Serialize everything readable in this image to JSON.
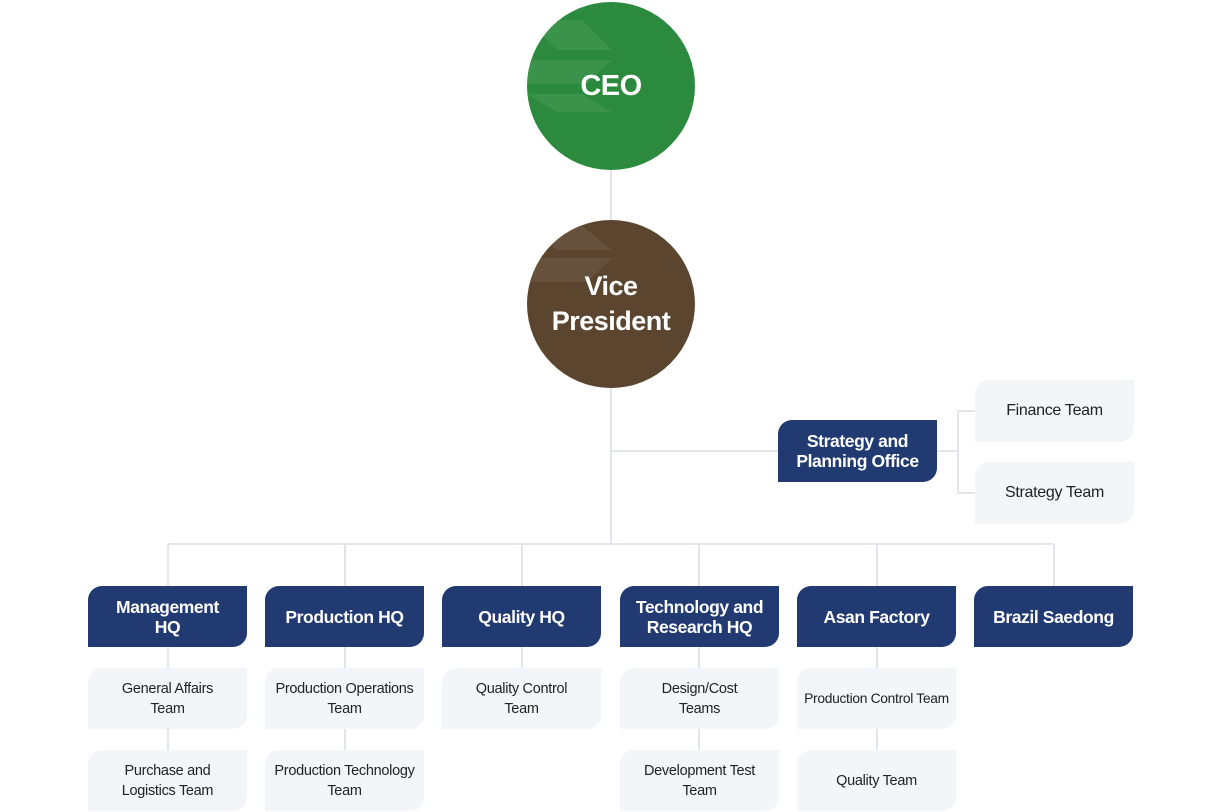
{
  "ceo": {
    "label": "CEO"
  },
  "vice_president": {
    "label": "Vice\nPresident"
  },
  "strategy_office": {
    "label": "Strategy and\nPlanning Office",
    "teams": [
      "Finance Team",
      "Strategy Team"
    ]
  },
  "divisions": [
    {
      "label": "Management\nHQ",
      "teams": [
        "General Affairs\nTeam",
        "Purchase and\nLogistics Team"
      ]
    },
    {
      "label": "Production HQ",
      "teams": [
        "Production Operations\nTeam",
        "Production Technology\nTeam"
      ]
    },
    {
      "label": "Quality HQ",
      "teams": [
        "Quality Control\nTeam"
      ]
    },
    {
      "label": "Technology and\nResearch HQ",
      "teams": [
        "Design/Cost\nTeams",
        "Development Test\nTeam"
      ]
    },
    {
      "label": "Asan Factory",
      "teams": [
        "Production Control Team",
        "Quality Team"
      ]
    },
    {
      "label": "Brazil Saedong",
      "teams": []
    }
  ],
  "colors": {
    "ceo": "#2c8a3e",
    "vice_president": "#5b452e",
    "hq_box": "#223a72",
    "team_box": "#f4f5f9",
    "connector": "#e2e5ec"
  }
}
